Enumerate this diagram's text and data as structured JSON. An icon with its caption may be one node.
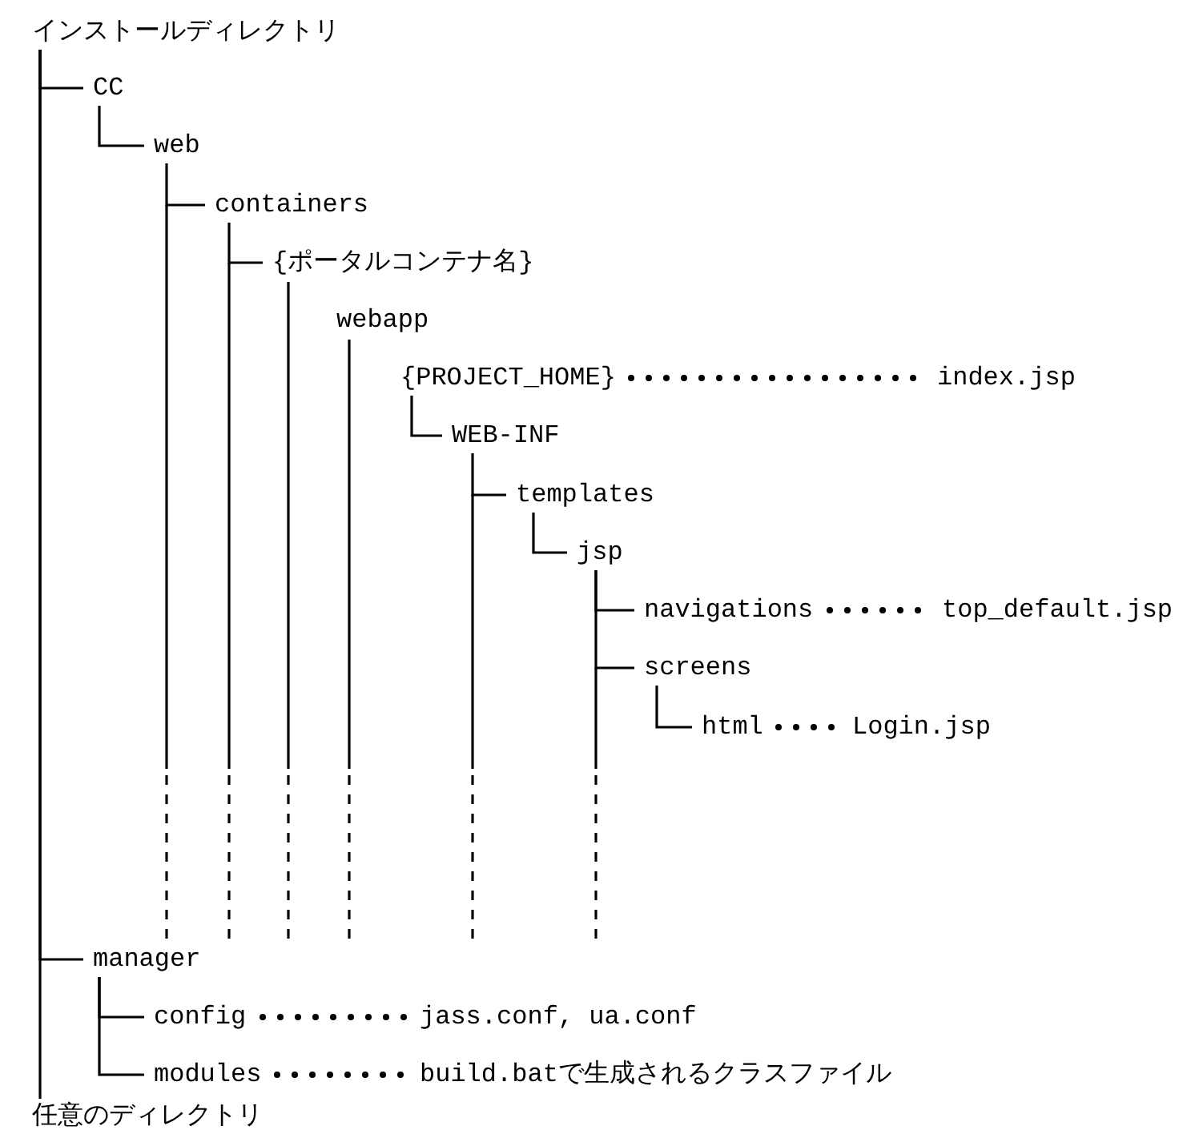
{
  "diagram": {
    "nodes": [
      {
        "text": [
          "インストールディレクトリ"
        ]
      },
      {
        "text": [
          "CC"
        ]
      },
      {
        "text": [
          "web"
        ]
      },
      {
        "text": [
          "containers"
        ]
      },
      {
        "text": [
          "{ポータルコンテナ名}"
        ]
      },
      {
        "text": [
          "webapp"
        ]
      },
      {
        "text": [
          "{PROJECT_HOME}"
        ]
      },
      {
        "text": [
          "index.jsp"
        ]
      },
      {
        "text": [
          "WEB-INF"
        ]
      },
      {
        "text": [
          "templates"
        ]
      },
      {
        "text": [
          "jsp"
        ]
      },
      {
        "text": [
          "navigations"
        ]
      },
      {
        "text": [
          "top_default.jsp"
        ]
      },
      {
        "text": [
          "screens"
        ]
      },
      {
        "text": [
          "html"
        ]
      },
      {
        "text": [
          "Login.jsp"
        ]
      },
      {
        "text": [
          "manager"
        ]
      },
      {
        "text": [
          "config"
        ]
      },
      {
        "text": [
          "jass.conf, ua.conf"
        ]
      },
      {
        "text": [
          "modules"
        ]
      },
      {
        "text": [
          "build.batで生成されるクラスファイル"
        ]
      },
      {
        "text": [
          "任意のディレクトリ"
        ]
      }
    ],
    "edges": [
      {
        "from": 0,
        "to": 1,
        "arrow": "none"
      },
      {
        "from": 1,
        "to": 2,
        "arrow": "none"
      },
      {
        "from": 2,
        "to": 3,
        "arrow": "none"
      },
      {
        "from": 3,
        "to": 4,
        "arrow": "none"
      },
      {
        "from": 6,
        "to": 7,
        "arrow": "none",
        "style": "dashed"
      },
      {
        "from": 6,
        "to": 8,
        "arrow": "none"
      },
      {
        "from": 8,
        "to": 9,
        "arrow": "none"
      },
      {
        "from": 9,
        "to": 10,
        "arrow": "none"
      },
      {
        "from": 10,
        "to": 11,
        "arrow": "none"
      },
      {
        "from": 11,
        "to": 12,
        "arrow": "none",
        "style": "dashed"
      },
      {
        "from": 10,
        "to": 13,
        "arrow": "none"
      },
      {
        "from": 13,
        "to": 14,
        "arrow": "none"
      },
      {
        "from": 14,
        "to": 15,
        "arrow": "none",
        "style": "dashed"
      },
      {
        "from": 0,
        "to": 16,
        "arrow": "none"
      },
      {
        "from": 16,
        "to": 17,
        "arrow": "none"
      },
      {
        "from": 17,
        "to": 18,
        "arrow": "none",
        "style": "dashed"
      },
      {
        "from": 16,
        "to": 19,
        "arrow": "none"
      },
      {
        "from": 19,
        "to": 20,
        "arrow": "none",
        "style": "dashed"
      },
      {
        "from": 0,
        "to": 21,
        "arrow": "none"
      }
    ]
  }
}
